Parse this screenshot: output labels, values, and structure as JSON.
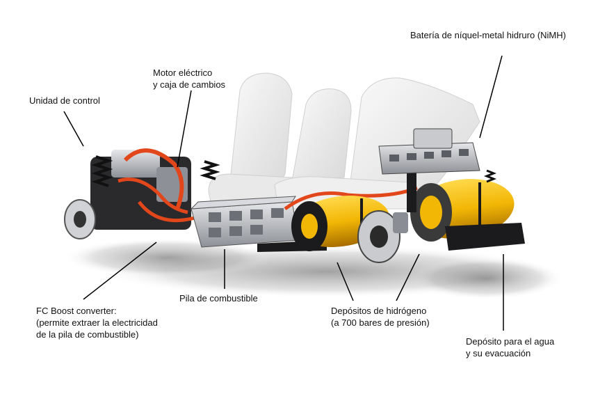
{
  "labels": {
    "bateria": "Batería de níquel-metal hidruro (NiMH)",
    "motor_line1": "Motor eléctrico",
    "motor_line2": "y caja de cambios",
    "unidad": "Unidad de control",
    "boost_line1": "FC Boost converter:",
    "boost_line2": "(permite extraer la electricidad",
    "boost_line3": "de la pila de combustible)",
    "pila": "Pila de combustible",
    "depositos_line1": "Depósitos de hidrógeno",
    "depositos_line2": "(a 700 bares de presión)",
    "agua_line1": "Depósito para el agua",
    "agua_line2": "y su evacuación"
  },
  "colors": {
    "tank_yellow": "#f2b705",
    "hose_orange": "#e2461b",
    "metal_dark": "#1b1b1d",
    "metal_silver": "#b9bcc2",
    "seat_white": "#ededed",
    "leader_line": "#000000"
  }
}
